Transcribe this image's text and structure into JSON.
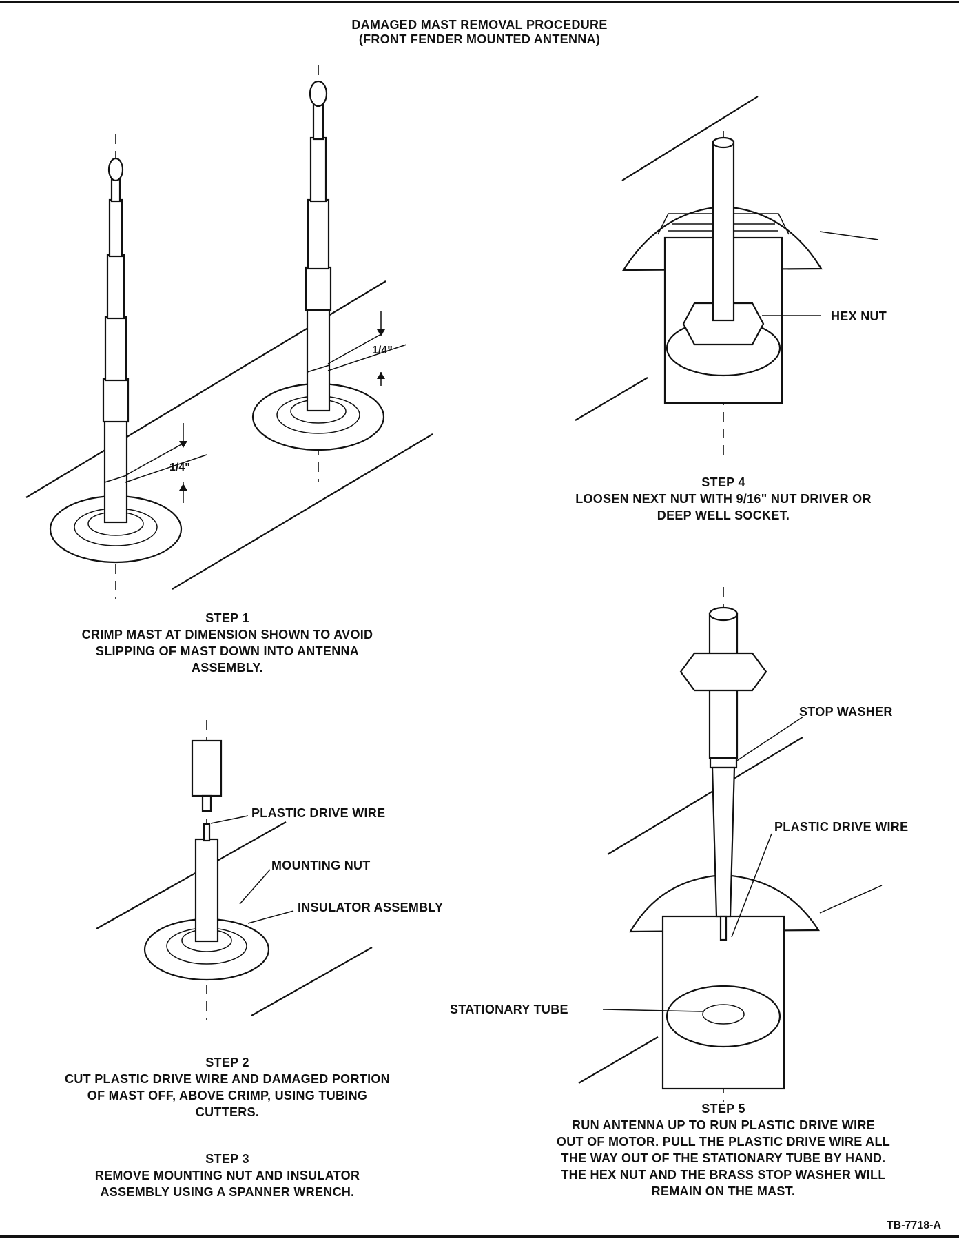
{
  "title": {
    "line1": "DAMAGED MAST REMOVAL PROCEDURE",
    "line2": "(FRONT FENDER MOUNTED ANTENNA)"
  },
  "steps": {
    "step1": {
      "heading": "STEP 1",
      "text": [
        "CRIMP MAST AT DIMENSION SHOWN TO AVOID",
        "SLIPPING OF MAST DOWN INTO ANTENNA",
        "ASSEMBLY."
      ]
    },
    "step2": {
      "heading": "STEP 2",
      "text": [
        "CUT PLASTIC DRIVE WIRE AND DAMAGED PORTION",
        "OF MAST OFF, ABOVE CRIMP, USING TUBING",
        "CUTTERS."
      ]
    },
    "step3": {
      "heading": "STEP 3",
      "text": [
        "REMOVE MOUNTING NUT AND INSULATOR",
        "ASSEMBLY USING A SPANNER WRENCH."
      ]
    },
    "step4": {
      "heading": "STEP 4",
      "text": [
        "LOOSEN NEXT NUT WITH 9/16\" NUT DRIVER OR",
        "DEEP WELL SOCKET."
      ]
    },
    "step5": {
      "heading": "STEP 5",
      "text": [
        "RUN ANTENNA UP TO RUN PLASTIC DRIVE WIRE",
        "OUT OF MOTOR. PULL THE PLASTIC DRIVE WIRE ALL",
        "THE WAY OUT OF THE STATIONARY TUBE BY HAND.",
        "THE HEX NUT AND THE BRASS STOP WASHER WILL",
        "REMAIN ON THE MAST."
      ]
    }
  },
  "labels": {
    "dim_left": "1/4\"",
    "dim_right": "1/4\"",
    "plastic_drive_wire_2": "PLASTIC DRIVE WIRE",
    "mounting_nut": "MOUNTING NUT",
    "insulator_assembly": "INSULATOR ASSEMBLY",
    "hex_nut": "HEX NUT",
    "stop_washer": "STOP WASHER",
    "plastic_drive_wire_5": "PLASTIC DRIVE WIRE",
    "stationary_tube": "STATIONARY TUBE"
  },
  "figure_id": "TB-7718-A"
}
